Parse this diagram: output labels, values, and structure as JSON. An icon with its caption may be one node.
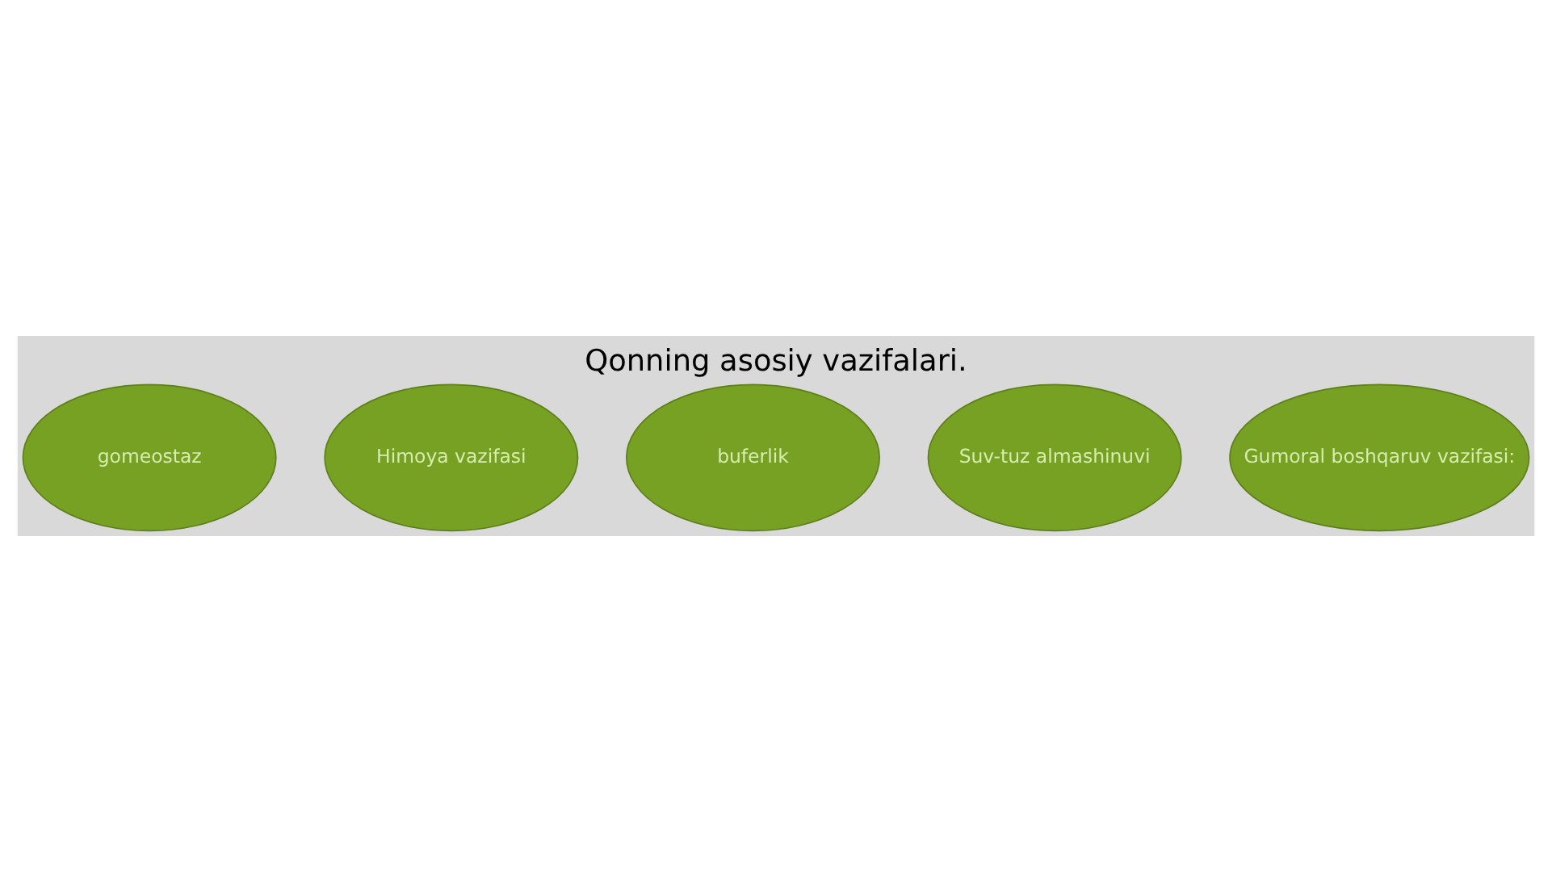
{
  "diagram": {
    "title": "Qonning asosiy vazifalari.",
    "nodes": [
      {
        "text": [
          "gomeostaz"
        ]
      },
      {
        "text": [
          "Himoya vazifasi"
        ]
      },
      {
        "text": [
          "buferlik"
        ]
      },
      {
        "text": [
          "Suv-tuz almashinuvi"
        ]
      },
      {
        "text": [
          "Gumoral boshqaruv vazifasi:"
        ]
      }
    ],
    "edges": []
  }
}
